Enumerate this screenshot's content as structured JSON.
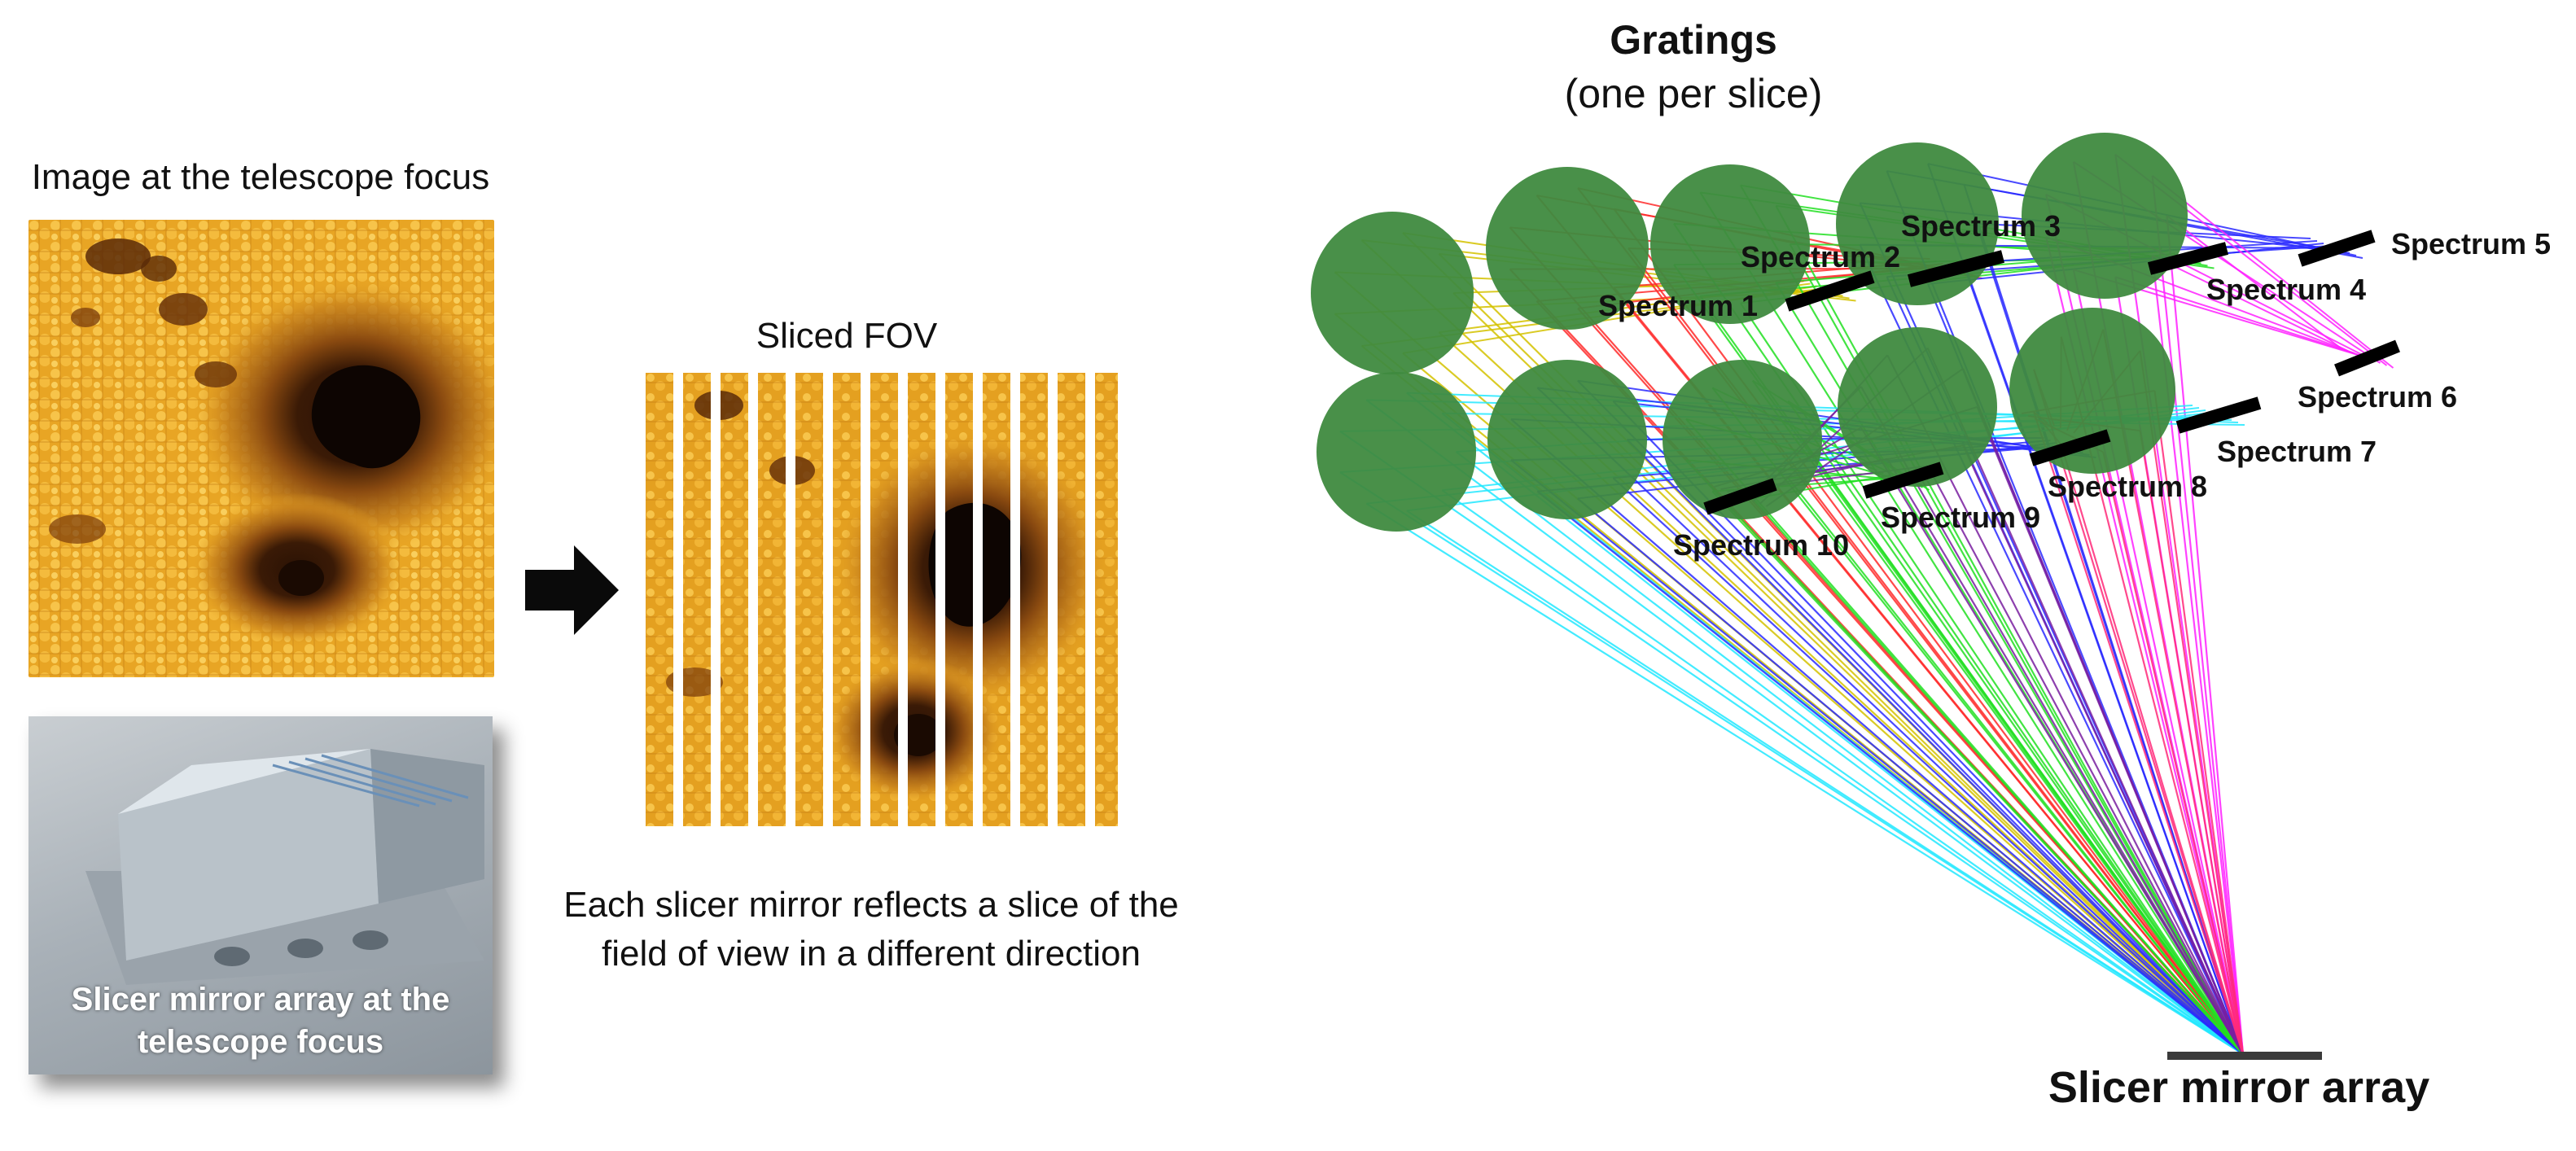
{
  "left_panel": {
    "focus_caption": "Image at the telescope focus",
    "photo_caption_line1": "Slicer mirror array at the",
    "photo_caption_line2": "telescope focus"
  },
  "middle_panel": {
    "sliced_caption": "Sliced FOV",
    "description_line1": "Each slicer mirror reflects a slice of the",
    "description_line2": "field of view in a different direction"
  },
  "diagram": {
    "title": "Gratings",
    "subtitle": "(one per slice)",
    "bottom_label": "Slicer mirror array",
    "spectra": [
      {
        "label": "Spectrum 1",
        "color": "#d4c200"
      },
      {
        "label": "Spectrum 2",
        "color": "#ff2a2a"
      },
      {
        "label": "Spectrum 3",
        "color": "#22e022"
      },
      {
        "label": "Spectrum 4",
        "color": "#2a2aff"
      },
      {
        "label": "Spectrum 5",
        "color": "#ff22ff"
      },
      {
        "label": "Spectrum 6",
        "color": "#22e8ff"
      },
      {
        "label": "Spectrum 7",
        "color": "#2a2aff"
      },
      {
        "label": "Spectrum 8",
        "color": "#22e022"
      },
      {
        "label": "Spectrum 9",
        "color": "#7a1fa0"
      },
      {
        "label": "Spectrum 10",
        "color": "#ff2a7a"
      }
    ],
    "grating_color": "#3f8a3f"
  }
}
